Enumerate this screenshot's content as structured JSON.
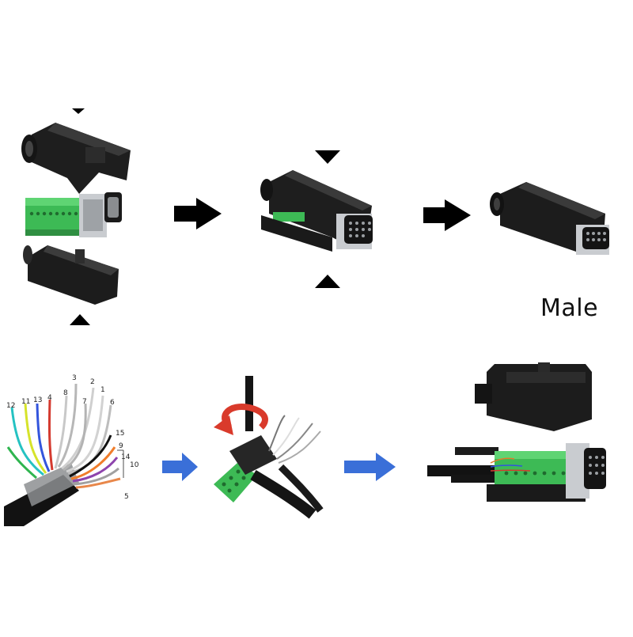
{
  "label": "Male",
  "wire_numbers": [
    "12",
    "11",
    "13",
    "4",
    "8",
    "3",
    "2",
    "7",
    "1",
    "6",
    "15",
    "9",
    "14",
    "10",
    "5"
  ],
  "colors": {
    "housing": "#1b1b1b",
    "terminal_green": "#3dba55",
    "connector_metal": "#b9bcbf",
    "arrow_black": "#000000",
    "arrow_blue": "#3a6fd8",
    "rotate_red": "#d93a2b",
    "cable": "#121212"
  },
  "icons": {
    "down_marker": "triangle-down-icon",
    "up_marker": "triangle-up-icon",
    "step_arrow": "arrow-right-icon",
    "rotate": "rotate-arrow-icon"
  }
}
